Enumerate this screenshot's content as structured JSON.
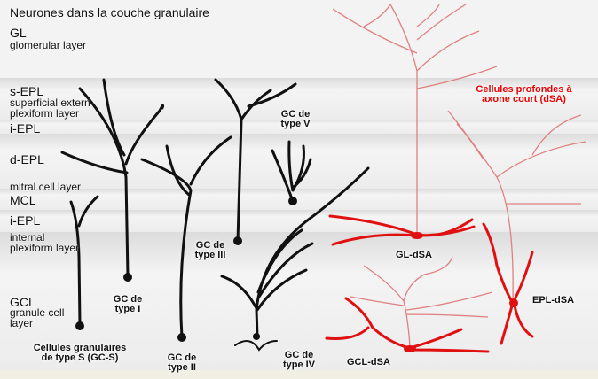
{
  "title": "Neurones dans la couche granulaire",
  "layers": [
    {
      "abbr": "GL",
      "name": "glomerular layer"
    },
    {
      "abbr": "s-EPL",
      "name": "superficial extern plexiform layer"
    },
    {
      "abbr": "i-EPL",
      "name": ""
    },
    {
      "abbr": "d-EPL",
      "name": ""
    },
    {
      "abbr": "MCL",
      "name": "mitral cell layer"
    },
    {
      "abbr": "i-EPL",
      "name": "internal plexiform layer"
    },
    {
      "abbr": "GCL",
      "name": "granule cell layer"
    }
  ],
  "cells": {
    "gcs": "Cellules granulaires de type S (GC-S)",
    "gc1": "GC de type I",
    "gc2": "GC de type II",
    "gc3": "GC de type III",
    "gc4": "GC de type IV",
    "gc5": "GC de type V",
    "dsa_title": "Cellules profondes à axone court (dSA)",
    "gl_dsa": "GL-dSA",
    "epl_dsa": "EPL-dSA",
    "gcl_dsa": "GCL-dSA"
  },
  "colors": {
    "neuron": "#111111",
    "dsa": "#e01010",
    "axon": "#e08080"
  }
}
